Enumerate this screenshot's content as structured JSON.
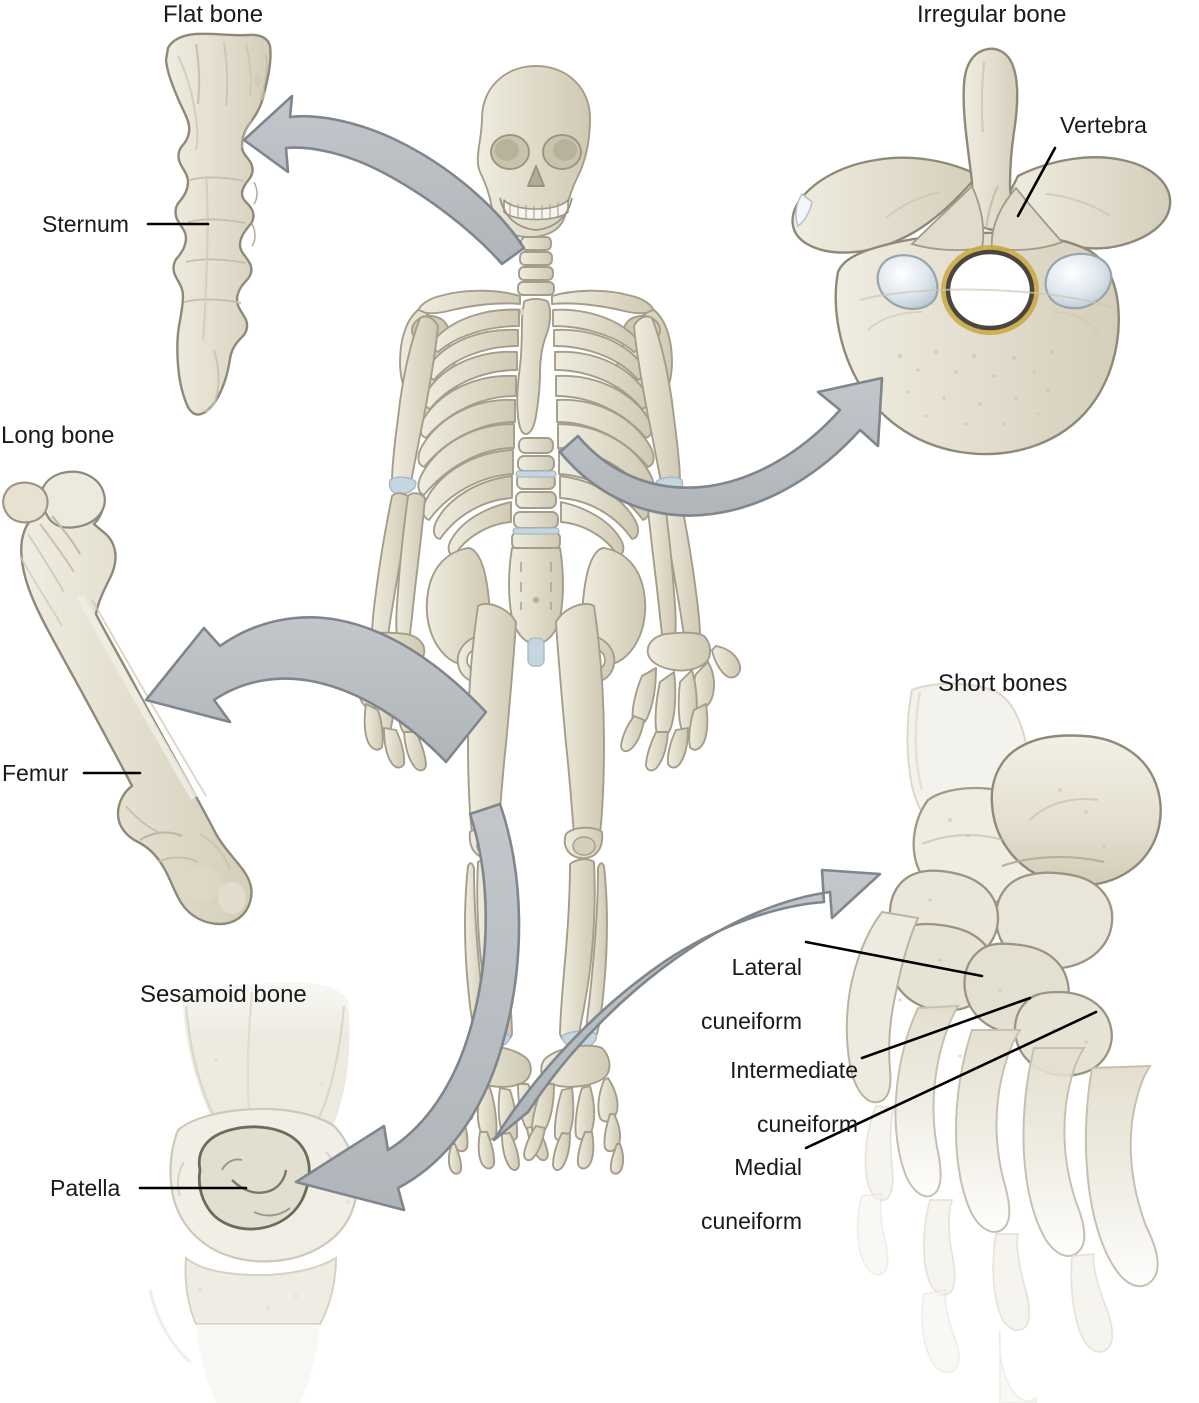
{
  "figure": {
    "topic": "Classification of bones by shape",
    "background_color": "#ffffff",
    "bone_fill": "#e3dece",
    "bone_fill_light": "#efece1",
    "bone_outline": "#8f8a78",
    "arrow_fill": "#b9bdc2",
    "arrow_stroke": "#7f868c",
    "label_color": "#1a1a1a",
    "cartilage_color": "#c6d6e0"
  },
  "panels": {
    "flat_bone": {
      "title": "Flat bone",
      "label": "Sternum",
      "bone_name": "sternum"
    },
    "irregular_bone": {
      "title": "Irregular bone",
      "label": "Vertebra",
      "bone_name": "vertebra"
    },
    "long_bone": {
      "title": "Long bone",
      "label": "Femur",
      "bone_name": "femur"
    },
    "short_bones": {
      "title": "Short bones",
      "labels": [
        {
          "line1": "Lateral",
          "line2": "cuneiform"
        },
        {
          "line1": "Intermediate",
          "line2": "cuneiform"
        },
        {
          "line1": "Medial",
          "line2": "cuneiform"
        }
      ],
      "bone_name": "tarsal-bones-of-foot"
    },
    "sesamoid_bone": {
      "title": "Sesamoid bone",
      "label": "Patella",
      "bone_name": "patella-knee"
    },
    "center": {
      "figure_name": "full-human-skeleton"
    }
  },
  "arrows": [
    {
      "name": "skeleton-to-sternum",
      "from": "sternum-on-skeleton",
      "to": "flat-bone-panel"
    },
    {
      "name": "skeleton-to-vertebra",
      "from": "spine-on-skeleton",
      "to": "irregular-bone-panel"
    },
    {
      "name": "skeleton-to-femur",
      "from": "femur-on-skeleton",
      "to": "long-bone-panel"
    },
    {
      "name": "skeleton-to-foot",
      "from": "foot-on-skeleton",
      "to": "short-bones-panel"
    },
    {
      "name": "skeleton-to-patella",
      "from": "knee-on-skeleton",
      "to": "sesamoid-bone-panel"
    }
  ]
}
